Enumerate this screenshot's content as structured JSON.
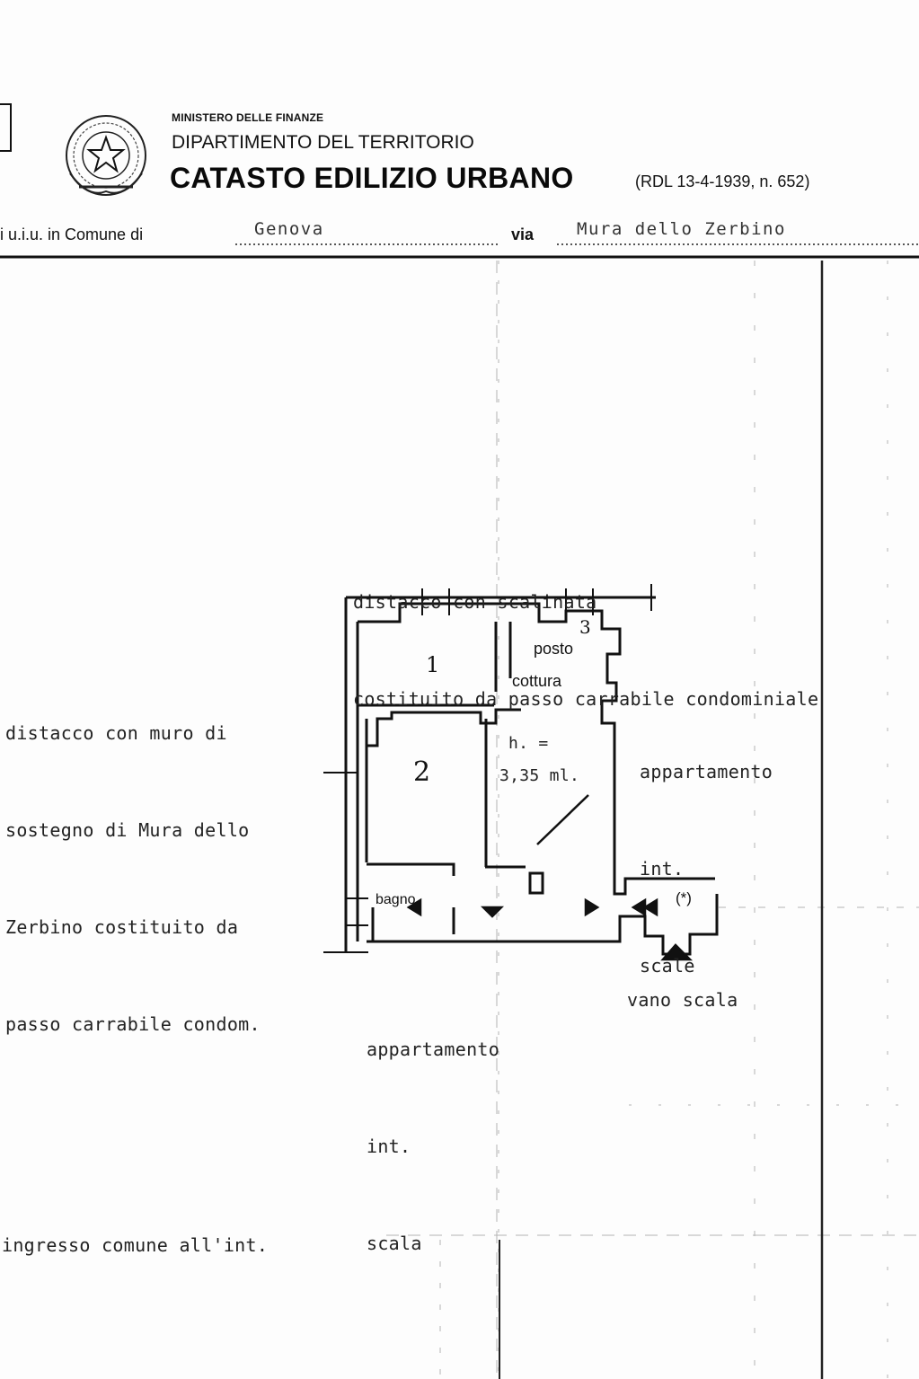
{
  "header": {
    "ministry": "MINISTERO DELLE FINANZE",
    "department": "DIPARTIMENTO DEL TERRITORIO",
    "title": "CATASTO EDILIZIO URBANO",
    "law_ref": "(RDL 13-4-1939, n. 652)"
  },
  "form": {
    "prefix_label": "i u.i.u. in Comune di",
    "comune_value": "Genova",
    "via_label": "via",
    "via_value": "Mura dello Zerbino"
  },
  "annotations": {
    "top": [
      "distacco con scalinata",
      "costituito da passo carrabile condominiale"
    ],
    "left": [
      "distacco con muro di",
      "sostegno di Mura dello",
      "Zerbino costituito da",
      "passo carrabile condom."
    ],
    "right": [
      "appartamento",
      "int.",
      "scale"
    ],
    "bottom_left": [
      "appartamento",
      "int.",
      "scala"
    ],
    "stair_well": "vano scala",
    "entrance": "ingresso comune all'int."
  },
  "floor_plan": {
    "room_1": "1",
    "room_2": "2",
    "room_3": "3",
    "kitchen": [
      "posto",
      "cottura"
    ],
    "height": [
      "h. =",
      "3,35 ml."
    ],
    "bath": "bagno",
    "marker": "(*)"
  }
}
